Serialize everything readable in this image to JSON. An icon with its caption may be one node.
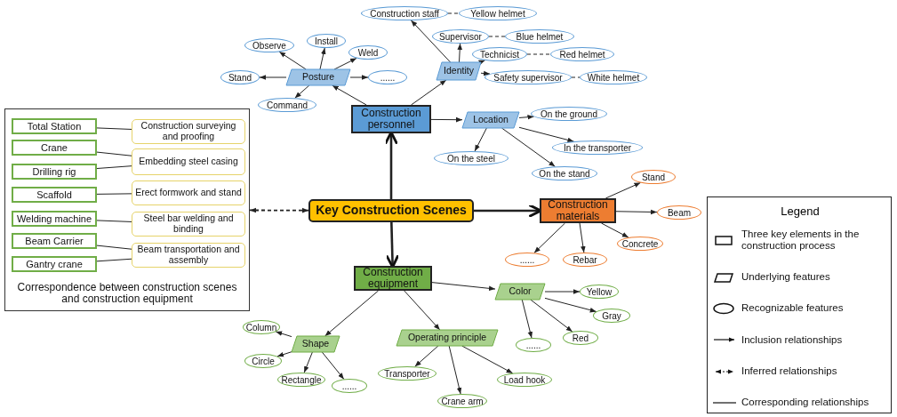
{
  "diagram": {
    "nodes": [
      {
        "text": [
          "Key Construction Scenes"
        ]
      },
      {
        "text": [
          "Construction personnel"
        ]
      },
      {
        "text": [
          "Posture"
        ]
      },
      {
        "text": [
          "Stand"
        ]
      },
      {
        "text": [
          "Observe"
        ]
      },
      {
        "text": [
          "Install"
        ]
      },
      {
        "text": [
          "Weld"
        ]
      },
      {
        "text": [
          "......"
        ]
      },
      {
        "text": [
          "Command"
        ]
      },
      {
        "text": [
          "Identity"
        ]
      },
      {
        "text": [
          "Construction staff"
        ]
      },
      {
        "text": [
          "Yellow helmet"
        ]
      },
      {
        "text": [
          "Supervisor"
        ]
      },
      {
        "text": [
          "Blue helmet"
        ]
      },
      {
        "text": [
          "Technicist"
        ]
      },
      {
        "text": [
          "Red helmet"
        ]
      },
      {
        "text": [
          "Safety supervisor"
        ]
      },
      {
        "text": [
          "White helmet"
        ]
      },
      {
        "text": [
          "Location"
        ]
      },
      {
        "text": [
          "On the ground"
        ]
      },
      {
        "text": [
          "In the transporter"
        ]
      },
      {
        "text": [
          "On the steel"
        ]
      },
      {
        "text": [
          "On the stand"
        ]
      },
      {
        "text": [
          "Construction materials"
        ]
      },
      {
        "text": [
          "Stand"
        ]
      },
      {
        "text": [
          "Beam"
        ]
      },
      {
        "text": [
          "Concrete"
        ]
      },
      {
        "text": [
          "......"
        ]
      },
      {
        "text": [
          "Rebar"
        ]
      },
      {
        "text": [
          "Construction equipment"
        ]
      },
      {
        "text": [
          "Color"
        ]
      },
      {
        "text": [
          "Yellow"
        ]
      },
      {
        "text": [
          "Gray"
        ]
      },
      {
        "text": [
          "Red"
        ]
      },
      {
        "text": [
          "......"
        ]
      },
      {
        "text": [
          "Shape"
        ]
      },
      {
        "text": [
          "Column"
        ]
      },
      {
        "text": [
          "Circle"
        ]
      },
      {
        "text": [
          "Rectangle"
        ]
      },
      {
        "text": [
          "......"
        ]
      },
      {
        "text": [
          "Operating principle"
        ]
      },
      {
        "text": [
          "Transporter"
        ]
      },
      {
        "text": [
          "Crane arm"
        ]
      },
      {
        "text": [
          "Load hook"
        ]
      },
      {
        "text": [
          "Correspondence between construction scenes and construction equipment"
        ]
      },
      {
        "text": [
          "Total Station"
        ],
        "in": 44
      },
      {
        "text": [
          "Crane"
        ],
        "in": 44
      },
      {
        "text": [
          "Drilling rig"
        ],
        "in": 44
      },
      {
        "text": [
          "Scaffold"
        ],
        "in": 44
      },
      {
        "text": [
          "Welding machine"
        ],
        "in": 44
      },
      {
        "text": [
          "Beam Carrier"
        ],
        "in": 44
      },
      {
        "text": [
          "Gantry crane"
        ],
        "in": 44
      },
      {
        "text": [
          "Construction surveying and proofing"
        ],
        "in": 44
      },
      {
        "text": [
          "Embedding steel casing"
        ],
        "in": 44
      },
      {
        "text": [
          "Erect formwork and stand"
        ],
        "in": 44
      },
      {
        "text": [
          "Steel bar welding and binding"
        ],
        "in": 44
      },
      {
        "text": [
          "Beam transportation and assembly"
        ],
        "in": 44
      }
    ],
    "edges": [
      {
        "from": 0,
        "to": 1,
        "arrow": "to",
        "style": "thick"
      },
      {
        "from": 0,
        "to": 23,
        "arrow": "to",
        "style": "thick"
      },
      {
        "from": 0,
        "to": 29,
        "arrow": "to",
        "style": "thick"
      },
      {
        "from": 0,
        "to": 44,
        "arrow": "both",
        "style": "dashed"
      },
      {
        "from": 1,
        "to": 2,
        "arrow": "to"
      },
      {
        "from": 1,
        "to": 9,
        "arrow": "to"
      },
      {
        "from": 1,
        "to": 18,
        "arrow": "to"
      },
      {
        "from": 2,
        "to": 3,
        "arrow": "to"
      },
      {
        "from": 2,
        "to": 4,
        "arrow": "to"
      },
      {
        "from": 2,
        "to": 5,
        "arrow": "to"
      },
      {
        "from": 2,
        "to": 6,
        "arrow": "to"
      },
      {
        "from": 2,
        "to": 7,
        "arrow": "to"
      },
      {
        "from": 2,
        "to": 8,
        "arrow": "to"
      },
      {
        "from": 9,
        "to": 10,
        "arrow": "to"
      },
      {
        "from": 9,
        "to": 12,
        "arrow": "to"
      },
      {
        "from": 9,
        "to": 14,
        "arrow": "to"
      },
      {
        "from": 9,
        "to": 16,
        "arrow": "to"
      },
      {
        "from": 10,
        "to": 11,
        "arrow": "none",
        "style": "dashed"
      },
      {
        "from": 12,
        "to": 13,
        "arrow": "none",
        "style": "dashed"
      },
      {
        "from": 14,
        "to": 15,
        "arrow": "none",
        "style": "dashed"
      },
      {
        "from": 16,
        "to": 17,
        "arrow": "none",
        "style": "dashed"
      },
      {
        "from": 18,
        "to": 19,
        "arrow": "to"
      },
      {
        "from": 18,
        "to": 20,
        "arrow": "to"
      },
      {
        "from": 18,
        "to": 21,
        "arrow": "to"
      },
      {
        "from": 18,
        "to": 22,
        "arrow": "to"
      },
      {
        "from": 23,
        "to": 24,
        "arrow": "to"
      },
      {
        "from": 23,
        "to": 25,
        "arrow": "to"
      },
      {
        "from": 23,
        "to": 26,
        "arrow": "to"
      },
      {
        "from": 23,
        "to": 27,
        "arrow": "to"
      },
      {
        "from": 23,
        "to": 28,
        "arrow": "to"
      },
      {
        "from": 29,
        "to": 30,
        "arrow": "to"
      },
      {
        "from": 29,
        "to": 35,
        "arrow": "to"
      },
      {
        "from": 29,
        "to": 40,
        "arrow": "to"
      },
      {
        "from": 30,
        "to": 31,
        "arrow": "to"
      },
      {
        "from": 30,
        "to": 32,
        "arrow": "to"
      },
      {
        "from": 30,
        "to": 33,
        "arrow": "to"
      },
      {
        "from": 30,
        "to": 34,
        "arrow": "to"
      },
      {
        "from": 35,
        "to": 36,
        "arrow": "to"
      },
      {
        "from": 35,
        "to": 37,
        "arrow": "to"
      },
      {
        "from": 35,
        "to": 38,
        "arrow": "to"
      },
      {
        "from": 35,
        "to": 39,
        "arrow": "to"
      },
      {
        "from": 40,
        "to": 41,
        "arrow": "to"
      },
      {
        "from": 40,
        "to": 42,
        "arrow": "to"
      },
      {
        "from": 40,
        "to": 43,
        "arrow": "to"
      },
      {
        "from": 45,
        "to": 52,
        "arrow": "none"
      },
      {
        "from": 46,
        "to": 53,
        "arrow": "none"
      },
      {
        "from": 47,
        "to": 53,
        "arrow": "none"
      },
      {
        "from": 48,
        "to": 54,
        "arrow": "none"
      },
      {
        "from": 49,
        "to": 55,
        "arrow": "none"
      },
      {
        "from": 50,
        "to": 56,
        "arrow": "none"
      },
      {
        "from": 51,
        "to": 56,
        "arrow": "none"
      }
    ],
    "labels": [
      "Legend"
    ],
    "legend": [
      {
        "text": "Three key elements in the construction process"
      },
      {
        "text": "Underlying features"
      },
      {
        "text": "Recognizable features"
      },
      {
        "text": "Inclusion relationships"
      },
      {
        "text": "Inferred relationships"
      },
      {
        "text": "Corresponding relationships"
      }
    ]
  }
}
